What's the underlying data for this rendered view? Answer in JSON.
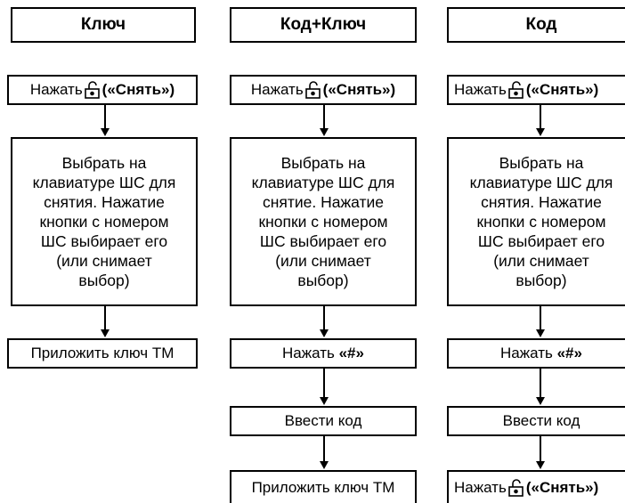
{
  "columns": [
    {
      "header": "Ключ",
      "press_text": "Нажать",
      "press_bold": "(«Снять»)",
      "select_text": "Выбрать на\nклавиатуре ШС для\nснятия. Нажатие\nкнопки с номером\nШС выбирает его\n(или снимает\nвыбор)",
      "key_text": "Приложить ключ ТМ"
    },
    {
      "header": "Код+Ключ",
      "press_text": "Нажать",
      "press_bold": "(«Снять»)",
      "select_text": "Выбрать на\nклавиатуре ШС для\nснятие. Нажатие\nкнопки с номером\nШС выбирает его\n(или снимает\nвыбор)",
      "hash_text": "Нажать",
      "hash_bold": "«#»",
      "code_text": "Ввести код",
      "key_text": "Приложить ключ ТМ"
    },
    {
      "header": "Код",
      "press_text": "Нажать",
      "press_bold": "(«Снять»)",
      "select_text": "Выбрать на\nклавиатуре ШС для\nснятия. Нажатие\nкнопки с номером\nШС выбирает его\n(или снимает\nвыбор)",
      "hash_text": "Нажать",
      "hash_bold": "«#»",
      "code_text": "Ввести код",
      "final_text": "Нажать",
      "final_bold": "(«Снять»)"
    }
  ],
  "icons": {
    "unlock": "unlock-icon"
  }
}
